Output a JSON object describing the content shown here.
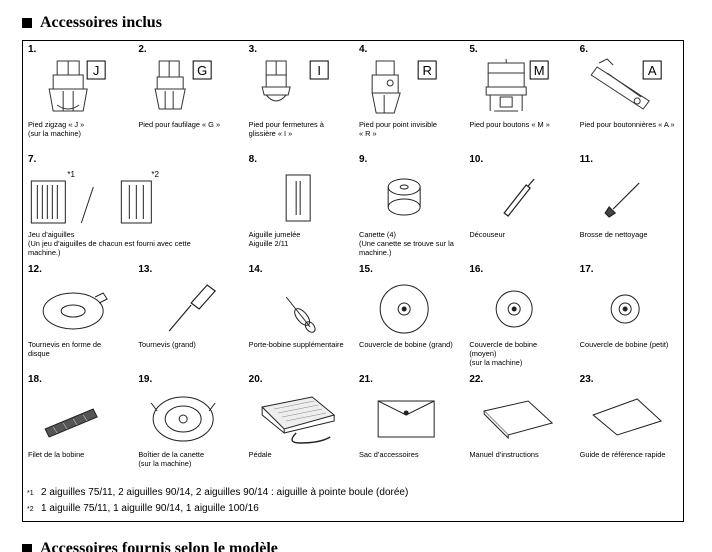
{
  "section_title": "Accessoires inclus",
  "next_section_title": "Accessoires fournis selon le modèle",
  "items": [
    {
      "num": "1.",
      "label": "Pied zigzag « J »\n(sur la machine)",
      "letter": "J",
      "icon": "presser-foot-icon"
    },
    {
      "num": "2.",
      "label": "Pied pour faufilage « G »",
      "letter": "G",
      "icon": "presser-foot-icon"
    },
    {
      "num": "3.",
      "label": "Pied pour fermetures à\nglissière « I »",
      "letter": "I",
      "icon": "zipper-foot-icon"
    },
    {
      "num": "4.",
      "label": "Pied pour point invisible\n« R »",
      "letter": "R",
      "icon": "blind-stitch-foot-icon"
    },
    {
      "num": "5.",
      "label": "Pied pour boutons « M »",
      "letter": "M",
      "icon": "button-foot-icon"
    },
    {
      "num": "6.",
      "label": "Pied pour boutonnières « A »",
      "letter": "A",
      "icon": "buttonhole-foot-icon"
    },
    {
      "num": "7.",
      "label": "Jeu d’aiguilles\n(Un jeu d’aiguilles de chacun est fourni avec cette\nmachine.)",
      "mark1": "*1",
      "mark2": "*2",
      "icon": "needle-set-icon"
    },
    {
      "num": "8.",
      "label": "Aiguille jumelée\nAiguille 2/11",
      "icon": "twin-needle-icon"
    },
    {
      "num": "9.",
      "label": "Canette (4)\n(Une canette se trouve sur la\nmachine.)",
      "icon": "bobbin-icon"
    },
    {
      "num": "10.",
      "label": "Découseur",
      "icon": "seam-ripper-icon"
    },
    {
      "num": "11.",
      "label": "Brosse de nettoyage",
      "icon": "cleaning-brush-icon"
    },
    {
      "num": "12.",
      "label": "Tournevis en forme de\ndisque",
      "icon": "disc-screwdriver-icon"
    },
    {
      "num": "13.",
      "label": "Tournevis (grand)",
      "icon": "screwdriver-icon"
    },
    {
      "num": "14.",
      "label": "Porte-bobine supplémentaire",
      "icon": "spool-pin-icon"
    },
    {
      "num": "15.",
      "label": "Couvercle de bobine (grand)",
      "icon": "spool-cap-large-icon"
    },
    {
      "num": "16.",
      "label": "Couvercle de bobine\n(moyen)\n(sur la machine)",
      "icon": "spool-cap-medium-icon"
    },
    {
      "num": "17.",
      "label": "Couvercle de bobine (petit)",
      "icon": "spool-cap-small-icon"
    },
    {
      "num": "18.",
      "label": "Filet de la bobine",
      "icon": "spool-net-icon"
    },
    {
      "num": "19.",
      "label": "Boîtier de la canette\n(sur la machine)",
      "icon": "bobbin-case-icon"
    },
    {
      "num": "20.",
      "label": "Pédale",
      "icon": "foot-pedal-icon"
    },
    {
      "num": "21.",
      "label": "Sac d’accessoires",
      "icon": "accessory-bag-icon"
    },
    {
      "num": "22.",
      "label": "Manuel d’instructions",
      "icon": "manual-icon"
    },
    {
      "num": "23.",
      "label": "Guide de référence rapide",
      "icon": "quick-guide-icon"
    }
  ],
  "notes": [
    {
      "mark": "*1",
      "text": "2 aiguilles 75/11, 2 aiguilles 90/14, 2 aiguilles 90/14 : aiguille à pointe boule (dorée)"
    },
    {
      "mark": "*2",
      "text": "1 aiguille 75/11, 1 aiguille 90/14, 1 aiguille 100/16"
    }
  ]
}
